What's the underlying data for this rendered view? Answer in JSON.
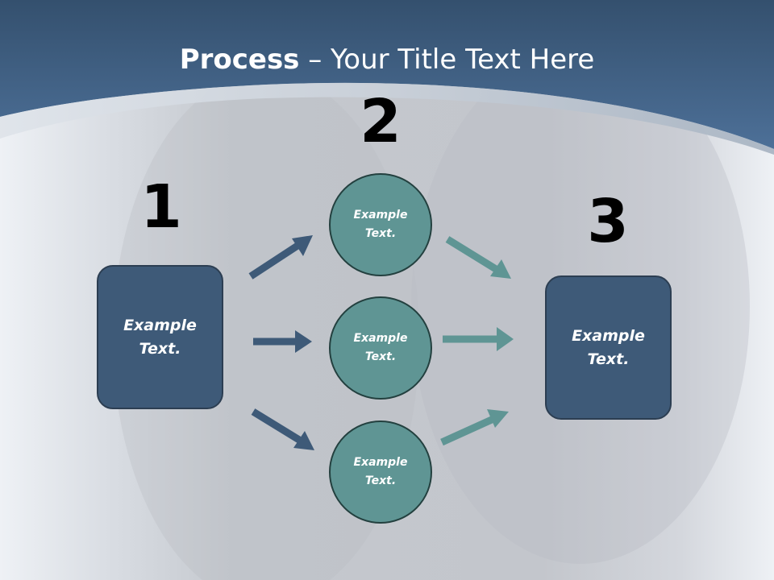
{
  "title": {
    "bold": "Process",
    "rest": " – Your Title Text Here"
  },
  "steps": {
    "one": "1",
    "two": "2",
    "three": "3"
  },
  "start_box": {
    "text": "Example Text."
  },
  "circles": [
    {
      "text": "Example Text."
    },
    {
      "text": "Example Text."
    },
    {
      "text": "Example Text."
    }
  ],
  "end_box": {
    "text": "Example Text."
  },
  "colors": {
    "header": "#4a6d93",
    "box": "#3e5a78",
    "circle": "#5f9594",
    "arrow_left": "#3e5a78",
    "arrow_right": "#5f9594"
  }
}
